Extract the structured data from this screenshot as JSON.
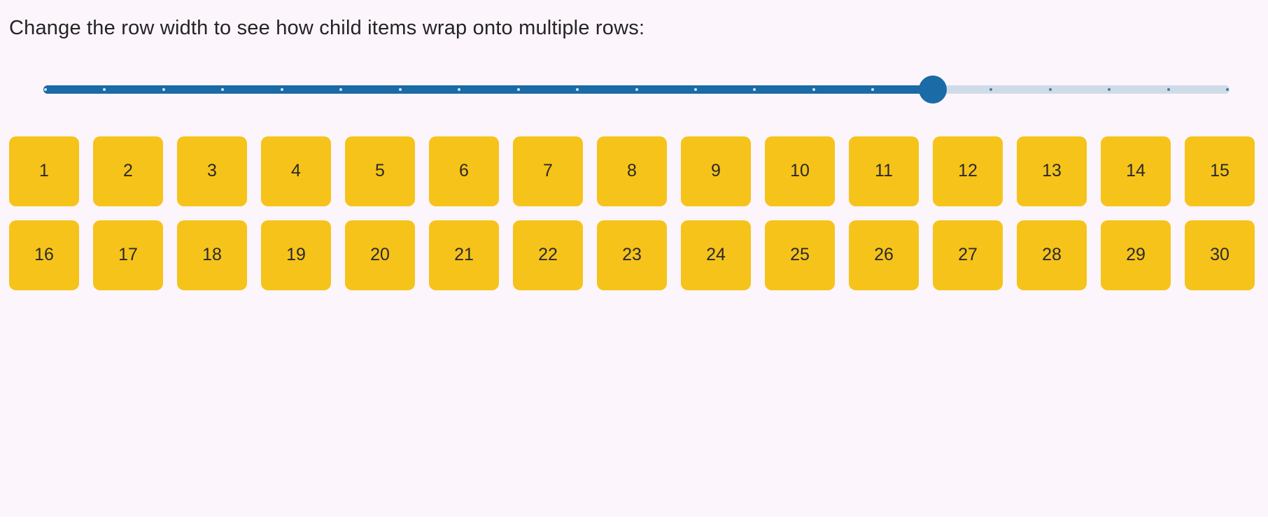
{
  "page": {
    "background": "#fdf5fc",
    "bottom_strip_color": "#ffffff",
    "heading_color": "#242424"
  },
  "heading": {
    "text": "Change the row width to see how child items wrap onto multiple rows:"
  },
  "slider": {
    "name": "row-width",
    "min": 0,
    "max": 100,
    "step": 5,
    "value": 75,
    "percent": 75,
    "tick_count": 21,
    "filled_color": "#1b6ba6",
    "unfilled_color": "#cfdce8",
    "tick_on_color": "#cfe3f2",
    "tick_off_color": "#4e7ba3",
    "thumb_color": "#1b6ba6"
  },
  "items": {
    "per_row": 15,
    "box_color": "#f6c31a",
    "text_color": "#2b2a26",
    "labels": [
      "1",
      "2",
      "3",
      "4",
      "5",
      "6",
      "7",
      "8",
      "9",
      "10",
      "11",
      "12",
      "13",
      "14",
      "15",
      "16",
      "17",
      "18",
      "19",
      "20",
      "21",
      "22",
      "23",
      "24",
      "25",
      "26",
      "27",
      "28",
      "29",
      "30"
    ]
  }
}
